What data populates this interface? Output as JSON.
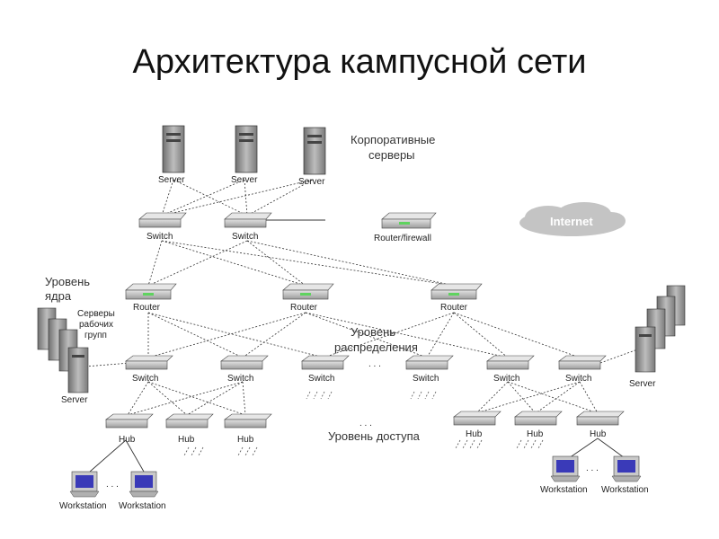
{
  "title": "Архитектура кампусной сети",
  "sections": {
    "corp_servers": [
      "Корпоративные",
      "серверы"
    ],
    "core": [
      "Уровень",
      "ядра"
    ],
    "workgroup_servers": [
      "Серверы",
      "рабочих",
      "групп"
    ],
    "distribution": [
      "Уровень",
      "распределения"
    ],
    "access": "Уровень доступа",
    "ellipsis": ". . ."
  },
  "nodes": {
    "server_label": "Server",
    "switch_label": "Switch",
    "router_label": "Router",
    "router_firewall_label": "Router/firewall",
    "hub_label": "Hub",
    "workstation_label": "Workstation",
    "internet_label": "Internet"
  },
  "colors": {
    "device_fill": "#c9c9c9",
    "device_dark": "#8e8e8e",
    "led": "#5fd35f",
    "cloud": "#c4c4c4",
    "screen": "#3a3ab8"
  }
}
